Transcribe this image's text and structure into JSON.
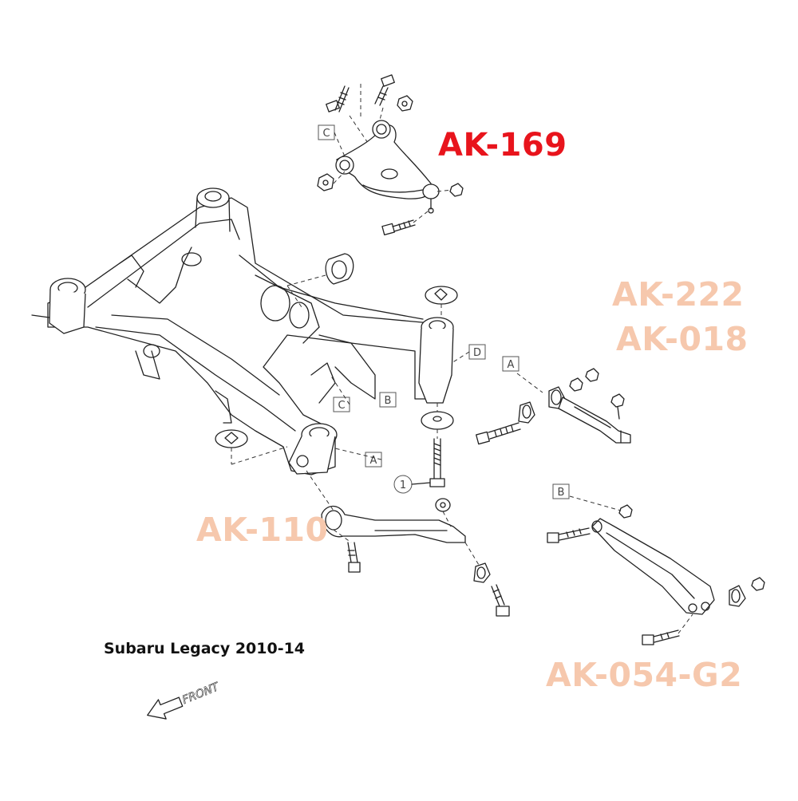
{
  "vehicle_title": "Subaru Legacy 2010-14",
  "front_marker": "FRONT",
  "part_labels": {
    "ak_169": "AK-169",
    "ak_222": "AK-222",
    "ak_018": "AK-018",
    "ak_110": "AK-110",
    "ak_054_g2": "AK-054-G2"
  },
  "callouts": {
    "c_upper": "C",
    "c_lower": "C",
    "b_subframe": "B",
    "b_arm": "B",
    "a_subframe": "A",
    "a_link": "A",
    "d_knuckle": "D",
    "num_1": "1"
  },
  "colors": {
    "highlight": "#e8141c",
    "faded": "#f6c8ad",
    "line_art": "#222222"
  }
}
